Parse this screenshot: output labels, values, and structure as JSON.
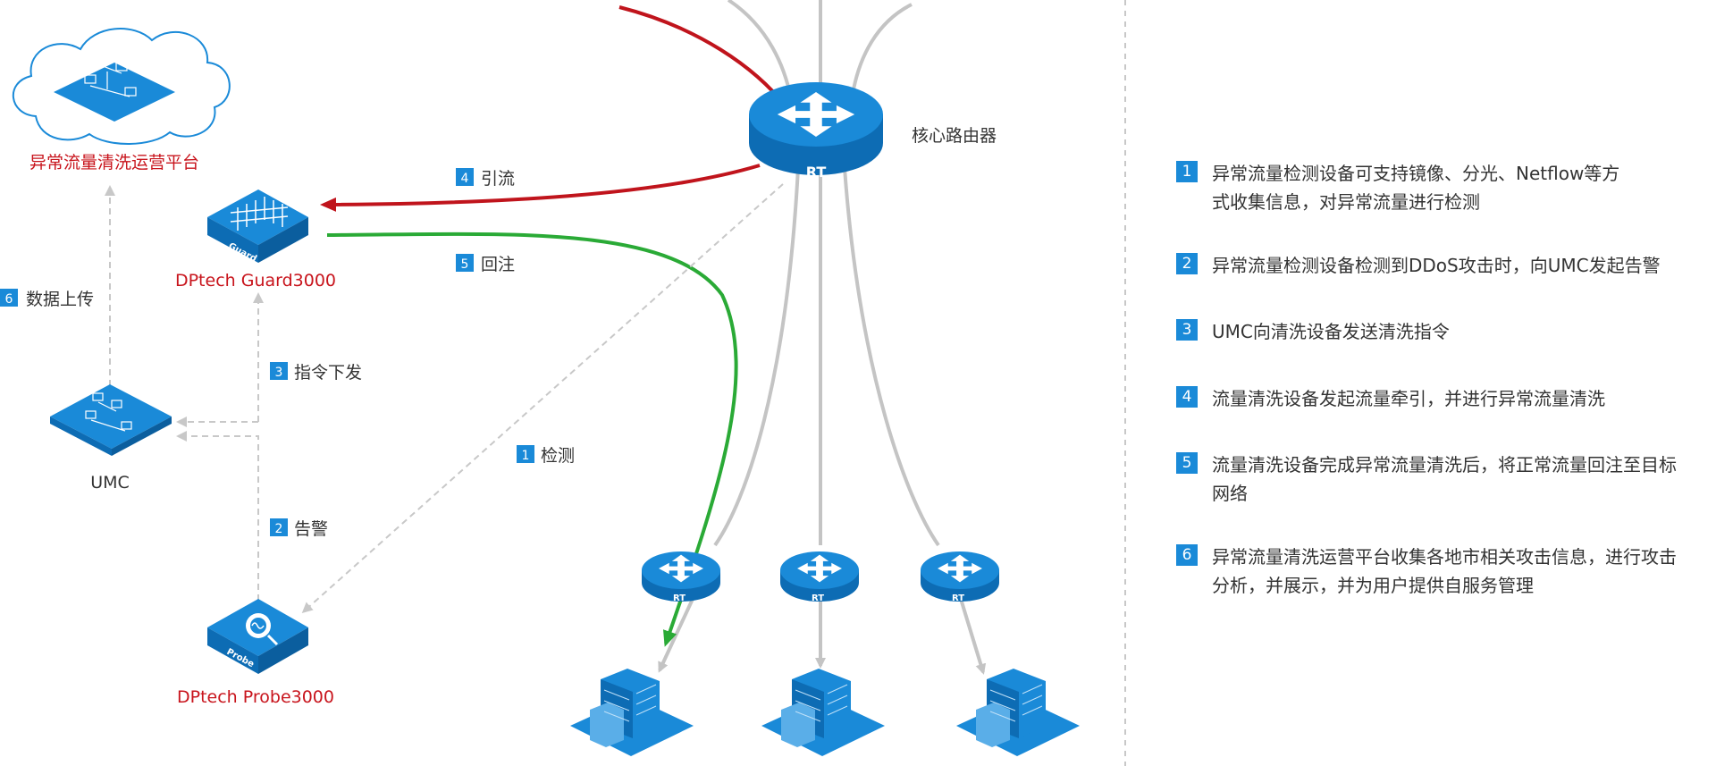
{
  "nodes": {
    "platform": "异常流量清洗运营平台",
    "guard": "DPtech Guard3000",
    "probe": "DPtech Probe3000",
    "umc": "UMC",
    "core_router": "核心路由器",
    "rt": "RT",
    "guard_badge": "Guard",
    "probe_badge": "Probe"
  },
  "steps": {
    "s1": {
      "num": "1",
      "label": "检测"
    },
    "s2": {
      "num": "2",
      "label": "告警"
    },
    "s3": {
      "num": "3",
      "label": "指令下发"
    },
    "s4": {
      "num": "4",
      "label": "引流"
    },
    "s5": {
      "num": "5",
      "label": "回注"
    },
    "s6": {
      "num": "6",
      "label": "数据上传"
    }
  },
  "legend": [
    {
      "num": "1",
      "text": "异常流量检测设备可支持镜像、分光、Netflow等方\n式收集信息，对异常流量进行检测"
    },
    {
      "num": "2",
      "text": "异常流量检测设备检测到DDoS攻击时，向UMC发起告警"
    },
    {
      "num": "3",
      "text": "UMC向清洗设备发送清洗指令"
    },
    {
      "num": "4",
      "text": "流量清洗设备发起流量牵引，并进行异常流量清洗"
    },
    {
      "num": "5",
      "text": "流量清洗设备完成异常流量清洗后，将正常流量回注至目标\n网络"
    },
    {
      "num": "6",
      "text": "异常流量清洗运营平台收集各地市相关攻击信息，进行攻击\n分析，并展示，并为用户提供自服务管理"
    }
  ],
  "colors": {
    "device_blue": "#1a8ad8",
    "device_dark": "#0d6cb4",
    "attack_red": "#c0141c",
    "return_green": "#2aaa36",
    "flow_gray": "#c4c4c4",
    "dashed_gray": "#bfbfbf",
    "label_red": "#c8141c"
  }
}
